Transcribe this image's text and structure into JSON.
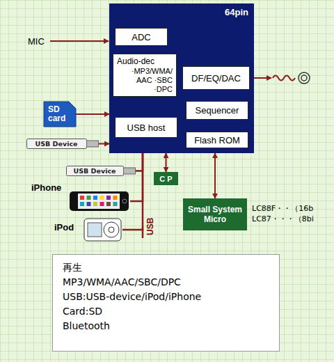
{
  "diagram": {
    "nodes": [
      {
        "text": [
          "64pin"
        ]
      },
      {
        "text": [
          "ADC"
        ],
        "in": 0
      },
      {
        "text": [
          "Audio-dec",
          "·MP3/WMA/ AAC ·SBC ·DPC"
        ],
        "in": 0
      },
      {
        "text": [
          "DF/EQ/DAC"
        ],
        "in": 0
      },
      {
        "text": [
          "Sequencer"
        ],
        "in": 0
      },
      {
        "text": [
          "USB host"
        ],
        "in": 0
      },
      {
        "text": [
          "Flash ROM"
        ],
        "in": 0
      },
      {
        "text": [
          "SD card"
        ]
      },
      {
        "text": [
          "USB Device"
        ]
      },
      {
        "text": [
          "USB Device"
        ]
      },
      {
        "text": [
          "iPhone"
        ]
      },
      {
        "text": [
          "iPod"
        ]
      },
      {
        "text": [
          "C P"
        ]
      },
      {
        "text": [
          "Small System Micro"
        ]
      },
      {
        "text": [
          "再生",
          "MP3/WMA/AAC/SBC/DPC",
          "USB:USB-device/iPod/iPhone",
          "Card:SD",
          "Bluetooth"
        ]
      }
    ],
    "edges": [
      {
        "from": 7,
        "to": 0,
        "arrow": "to"
      },
      {
        "from": 8,
        "to": 0,
        "arrow": "to"
      },
      {
        "from": 9,
        "to": 0,
        "arrow": "none"
      },
      {
        "from": 10,
        "to": 0,
        "arrow": "none"
      },
      {
        "from": 11,
        "to": 0,
        "arrow": "none"
      },
      {
        "from": 12,
        "to": 0,
        "arrow": "both"
      },
      {
        "from": 13,
        "to": 0,
        "arrow": "both"
      }
    ],
    "labels": [
      "MIC",
      "USB",
      "LC88F・・（16b",
      "LC87・・・（8bi"
    ]
  }
}
